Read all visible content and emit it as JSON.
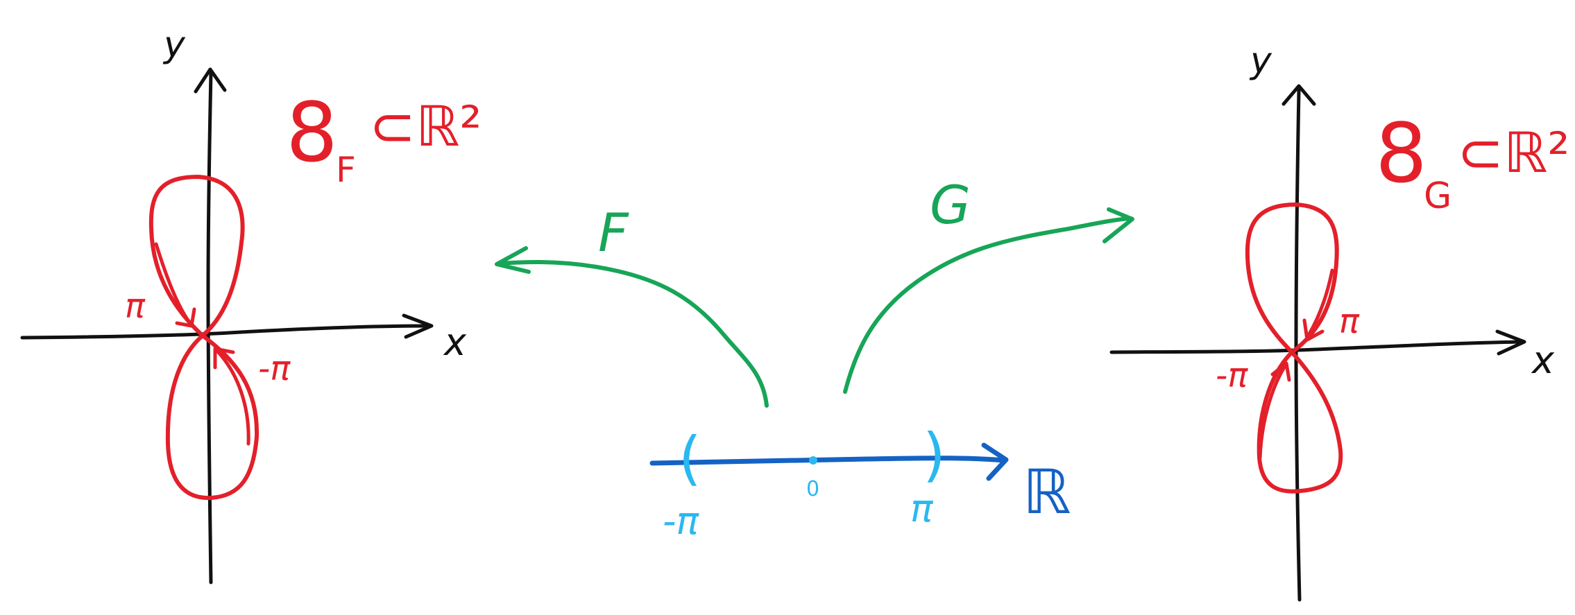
{
  "colors": {
    "axis": "#111111",
    "curve": "#e3202a",
    "map": "#17a557",
    "real_line": "#1462c4",
    "interval": "#2ab8f0"
  },
  "left_plot": {
    "y_label": "y",
    "x_label": "x",
    "set_label": "8",
    "set_subscript": "F",
    "set_rest": "⊂ℝ²",
    "pi_label": "π",
    "neg_pi_label": "-π"
  },
  "right_plot": {
    "y_label": "y",
    "x_label": "x",
    "set_label": "8",
    "set_subscript": "G",
    "set_rest": "⊂ℝ²",
    "pi_label": "π",
    "neg_pi_label": "-π"
  },
  "maps": {
    "left_label": "F",
    "right_label": "G"
  },
  "real_line": {
    "label": "ℝ",
    "open_left": "(",
    "open_right": ")",
    "tick_neg_pi": "-π",
    "tick_zero": "0",
    "tick_pi": "π"
  }
}
